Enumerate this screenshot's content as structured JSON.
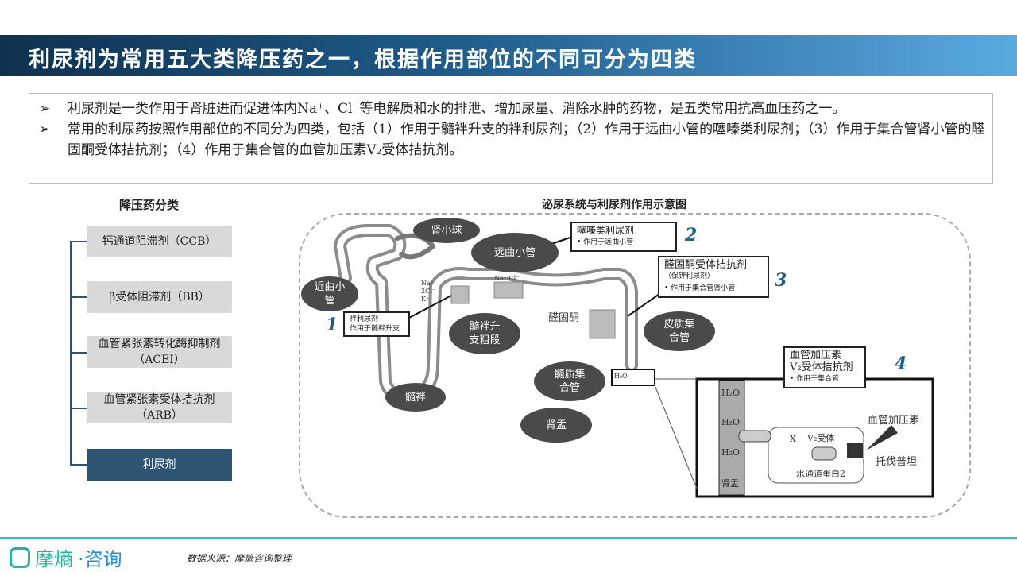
{
  "header": {
    "title": "利尿剂为常用五大类降压药之一，根据作用部位的不同可分为四类"
  },
  "intro": {
    "bullet1": "利尿剂是一类作用于肾脏进而促进体内Na⁺、Cl⁻等电解质和水的排泄、增加尿量、消除水肿的药物，是五类常用抗高血压药之一。",
    "bullet2": "常用的利尿药按照作用部位的不同分为四类，包括（1）作用于髓袢升支的袢利尿剂；（2）作用于远曲小管的噻嗪类利尿剂；（3）作用于集合管肾小管的醛固酮受体拮抗剂；（4）作用于集合管的血管加压素V₂受体拮抗剂。",
    "bullet_icon": "arrow-bullet-icon"
  },
  "classification": {
    "title": "降压药分类",
    "items": [
      "钙通道阻滞剂（CCB）",
      "β受体阻滞剂（BB）",
      "血管紧张素转化酶抑制剂（ACEI）",
      "血管紧张素受体拮抗剂（ARB）",
      "利尿剂"
    ],
    "active_index": 4,
    "accent": "#2f5472"
  },
  "diagram": {
    "title": "泌尿系统与利尿剂作用示意图",
    "regions": [
      "肾小球",
      "远曲小管",
      "近曲小管",
      "髓袢升支粗段",
      "皮质集合管",
      "髓质集合管",
      "髓袢",
      "肾盂"
    ],
    "callouts": {
      "c1": {
        "num": "1",
        "name": "袢利尿剂",
        "desc": "作用于髓袢升支"
      },
      "c2": {
        "num": "2",
        "name": "噻嗪类利尿剂",
        "desc": "• 作用于远曲小管"
      },
      "c3": {
        "num": "3",
        "name": "醛固酮受体拮抗剂",
        "sub": "（保钾利尿剂）",
        "desc": "• 作用于集合管肾小管"
      },
      "c4": {
        "num": "4",
        "name": "血管加压素",
        "name2": "V₂受体拮抗剂",
        "desc": "• 作用于集合管"
      }
    },
    "labels": {
      "aldosterone": "醛固酮",
      "nakcl": "Na⁺ 2Cl⁻ K⁺",
      "nacl": "Na⁺ Cl⁻",
      "h2o": "H₂O",
      "pelvis": "肾盂",
      "v2": "V₂受体",
      "aqp": "水通道蛋白2",
      "avp": "血管加压素",
      "tolvaptan": "托伐普坦",
      "x": "X"
    }
  },
  "footer": {
    "brand1": "摩熵",
    "brand2": "·咨询",
    "source": "数据来源：摩熵咨询整理"
  }
}
